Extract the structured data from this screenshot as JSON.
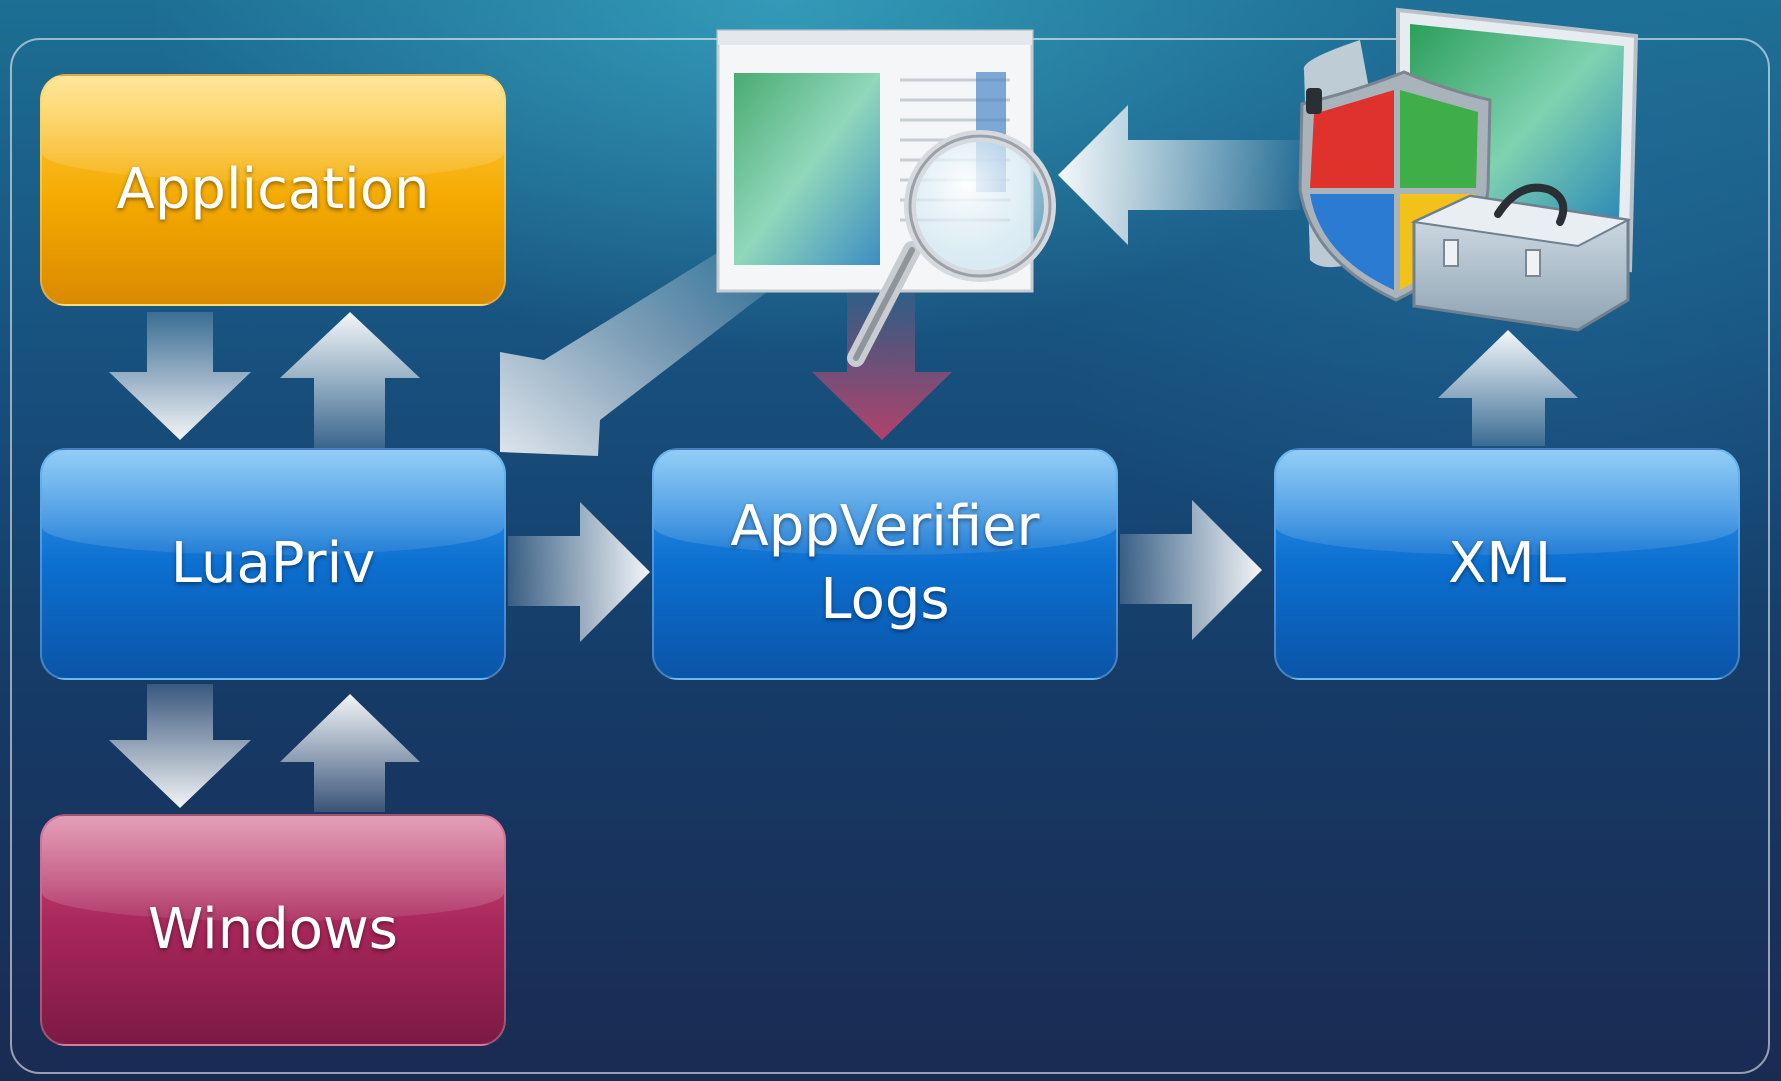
{
  "diagram": {
    "nodes": {
      "application": "Application",
      "luapriv": "LuaPriv",
      "windows": "Windows",
      "appverifier_line1": "AppVerifier",
      "appverifier_line2": "Logs",
      "xml": "XML"
    },
    "icons": [
      "appverifier-window-magnifier-icon",
      "windows-security-toolbox-icon"
    ],
    "colors": {
      "application": "#f4a900",
      "blue_node": "#0d6fd0",
      "windows": "#a72659",
      "highlight_arrow": "#b8557a"
    }
  }
}
